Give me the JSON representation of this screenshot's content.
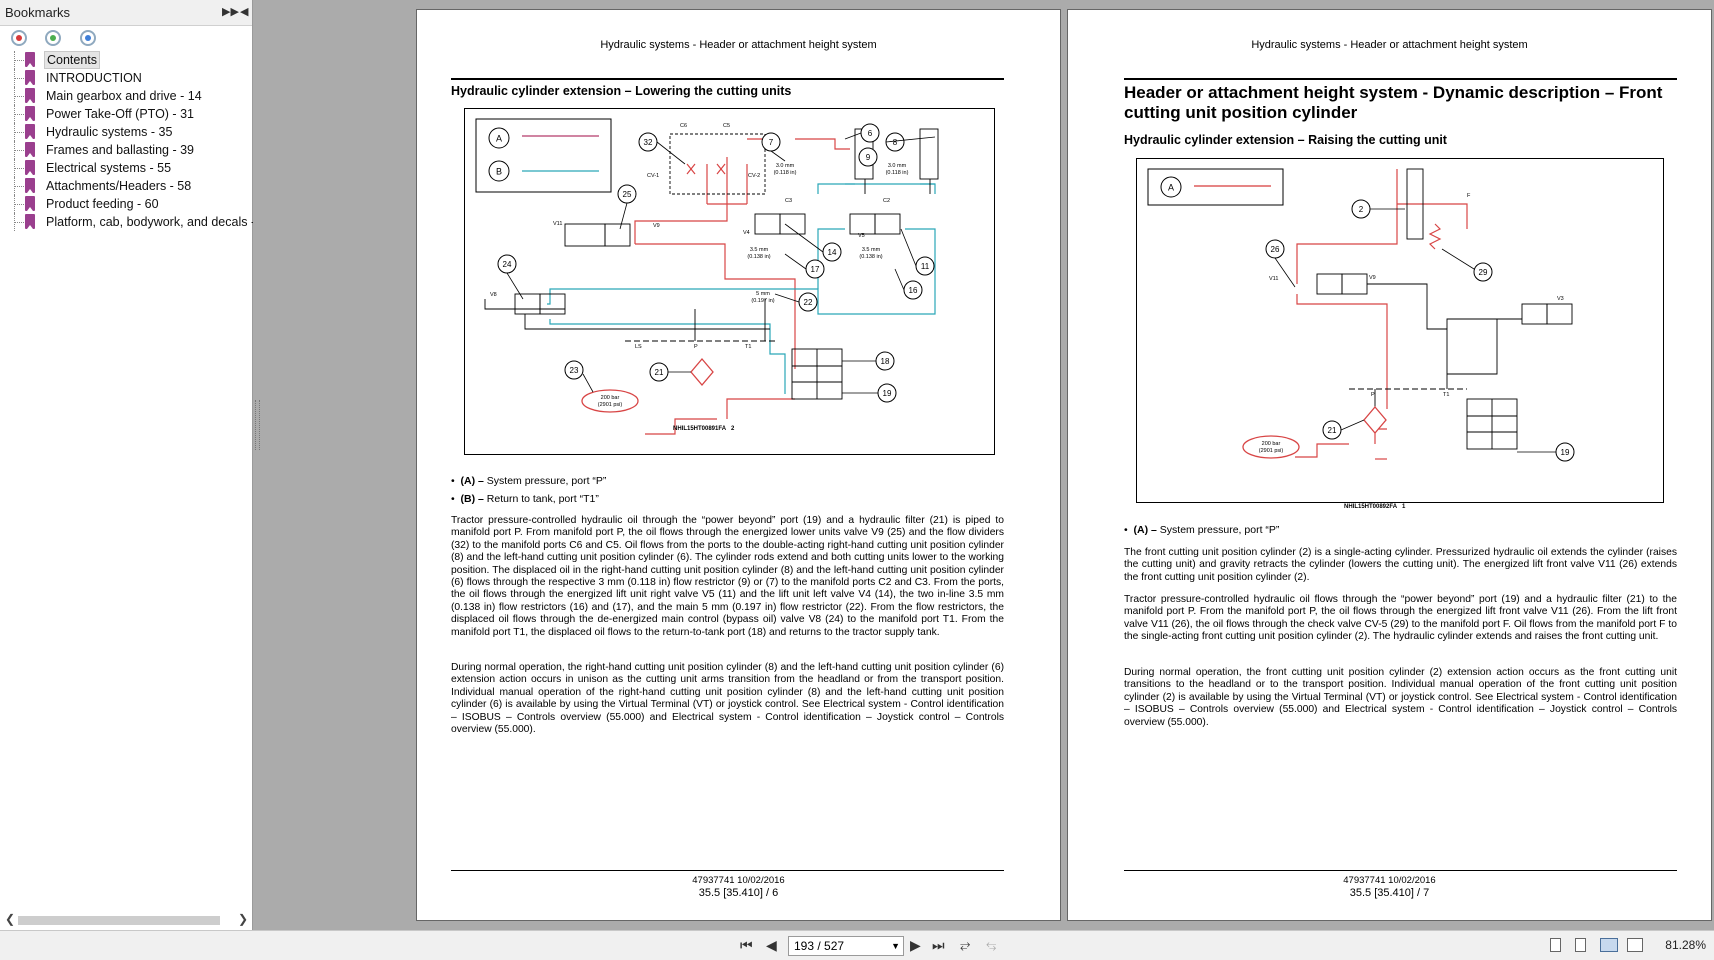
{
  "bookmarks": {
    "title": "Bookmarks",
    "items": [
      {
        "label": "Contents",
        "selected": true
      },
      {
        "label": "INTRODUCTION"
      },
      {
        "label": "Main gearbox and drive - 14"
      },
      {
        "label": "Power Take-Off (PTO) - 31"
      },
      {
        "label": "Hydraulic systems - 35"
      },
      {
        "label": "Frames and ballasting - 39"
      },
      {
        "label": "Electrical systems - 55"
      },
      {
        "label": "Attachments/Headers - 58"
      },
      {
        "label": "Product feeding - 60"
      },
      {
        "label": "Platform, cab, bodywork, and decals -"
      }
    ]
  },
  "left_page": {
    "running_head": "Hydraulic systems - Header or attachment height system",
    "section_title": "Hydraulic cylinder extension – Lowering the cutting units",
    "figure": {
      "legend": [
        "A",
        "B"
      ],
      "legend_colors": [
        "#b33b6b",
        "#2aa6b8"
      ],
      "callouts": [
        "32",
        "7",
        "6",
        "8",
        "9",
        "25",
        "24",
        "14",
        "11",
        "17",
        "16",
        "22",
        "18",
        "21",
        "23",
        "19"
      ],
      "port_labels": [
        "C6",
        "C5",
        "C3",
        "C2",
        "CV-1",
        "CV-2",
        "V11",
        "V9",
        "V4",
        "V5",
        "V8",
        "LS",
        "P",
        "T1"
      ],
      "restrictor_labels": [
        "3.0 mm",
        "(0.118 in)",
        "3.0 mm",
        "(0.118 in)",
        "3.5 mm",
        "(0.138 in)",
        "3.5 mm",
        "(0.138 in)",
        "5 mm",
        "(0.197 in)"
      ],
      "relief_text": [
        "200 bar",
        "(2901 psi)"
      ],
      "code": "NHIL15HT00891FA",
      "number": "2"
    },
    "bullets": [
      {
        "key": "(A) –",
        "text": " System pressure, port “P”"
      },
      {
        "key": "(B) –",
        "text": " Return to tank, port “T1”"
      }
    ],
    "paragraph1": "Tractor pressure-controlled hydraulic oil through the “power beyond” port (19) and a hydraulic filter (21) is piped to manifold port P. From manifold port P, the oil flows through the energized lower units valve V9 (25) and the flow dividers (32) to the manifold ports C6 and C5. Oil flows from the ports to the double-acting right-hand cutting unit position cylinder (8) and the left-hand cutting unit position cylinder (6). The cylinder rods extend and both cutting units lower to the working position. The displaced oil in the right-hand cutting unit position cylinder (8) and the left-hand cutting unit position cylinder (6) flows through the respective 3 mm (0.118 in) flow restrictor (9) or (7) to the manifold ports C2 and C3. From the ports, the oil flows through the energized lift unit right valve V5 (11) and the lift unit left valve V4 (14), the two in-line 3.5 mm (0.138 in) flow restrictors (16) and (17), and the main 5 mm (0.197 in) flow restrictor (22). From the flow restrictors, the displaced oil flows through the de-energized main control (bypass oil) valve V8 (24) to the manifold port T1. From the manifold port T1, the displaced oil flows to the return-to-tank port (18) and returns to the tractor supply tank.",
    "paragraph2": "During normal operation, the right-hand cutting unit position cylinder (8) and the left-hand cutting unit position cylinder (6) extension action occurs in unison as the cutting unit arms transition from the headland or from the transport position. Individual manual operation of the right-hand cutting unit position cylinder (8) and the left-hand cutting unit position cylinder (6) is available by using the Virtual Terminal (VT) or joystick control. See Electrical system - Control identification – ISOBUS – Controls overview (55.000) and Electrical system - Control identification – Joystick control – Controls overview (55.000).",
    "footer_code": "47937741 10/02/2016",
    "footer_page": "35.5 [35.410] / 6"
  },
  "right_page": {
    "running_head": "Hydraulic systems - Header or attachment height system",
    "main_title": "Header or attachment height system - Dynamic description – Front cutting unit position cylinder",
    "section_title": "Hydraulic cylinder extension – Raising the cutting unit",
    "figure": {
      "legend": [
        "A"
      ],
      "legend_colors": [
        "#d83a3a"
      ],
      "callouts": [
        "2",
        "26",
        "29",
        "21",
        "19"
      ],
      "port_labels": [
        "F",
        "V11",
        "V9",
        "V3",
        "P",
        "T1"
      ],
      "relief_text": [
        "200 bar",
        "(2901 psi)"
      ],
      "code": "NHIL15HT00892FA",
      "number": "1"
    },
    "bullets": [
      {
        "key": "(A) –",
        "text": " System pressure, port “P”"
      }
    ],
    "paragraph1": "The front cutting unit position cylinder (2) is a single-acting cylinder. Pressurized hydraulic oil extends the cylinder (raises the cutting unit) and gravity retracts the cylinder (lowers the cutting unit). The energized lift front valve V11 (26) extends the front cutting unit position cylinder (2).",
    "paragraph2": "Tractor pressure-controlled hydraulic oil flows through the “power beyond” port (19) and a hydraulic filter (21) to the manifold port P. From the manifold port P, the oil flows through the energized lift front valve V11 (26). From the lift front valve V11 (26), the oil flows through the check valve CV-5 (29) to the manifold port F. Oil flows from the manifold port F to the single-acting front cutting unit position cylinder (2). The hydraulic cylinder extends and raises the front cutting unit.",
    "paragraph3": "During normal operation, the front cutting unit position cylinder (2) extension action occurs as the front cutting unit transitions to the headland or to the transport position. Individual manual operation of the front cutting unit position cylinder (2) is available by using the Virtual Terminal (VT) or joystick control. See Electrical system - Control identification – ISOBUS – Controls overview (55.000) and Electrical system - Control identification – Joystick control – Controls overview (55.000).",
    "footer_code": "47937741 10/02/2016",
    "footer_page": "35.5 [35.410] / 7"
  },
  "toolbar": {
    "page_display": "193 / 527",
    "zoom": "81.28%"
  }
}
